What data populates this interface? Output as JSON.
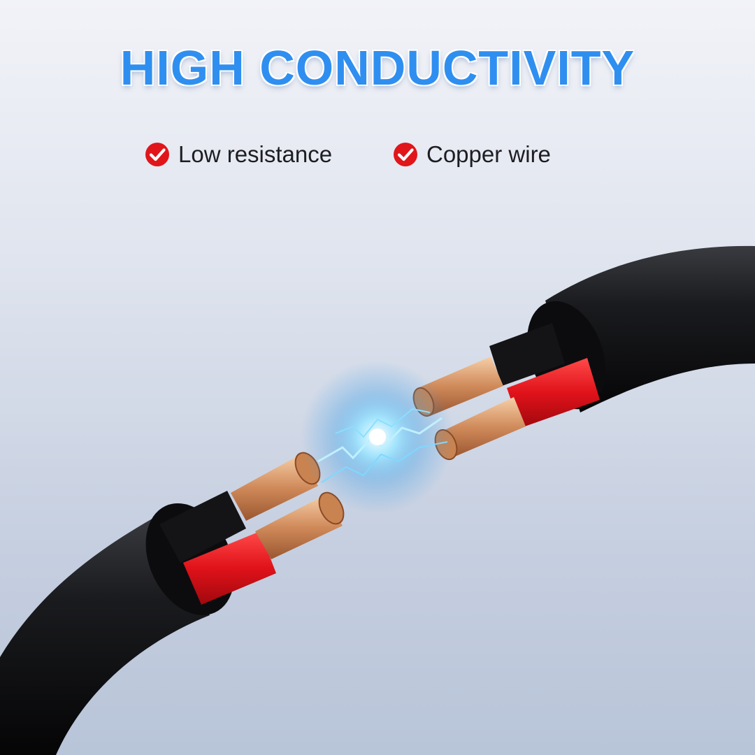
{
  "headline": "HIGH CONDUCTIVITY",
  "features": [
    {
      "label": "Low resistance",
      "icon": "check-circle-icon"
    },
    {
      "label": "Copper wire",
      "icon": "check-circle-icon"
    }
  ],
  "colors": {
    "headline": "#2f8ff0",
    "check": "#e0161b",
    "copper": "#d9956a",
    "insulation_red": "#e5121b",
    "jacket": "#121214",
    "spark": "#6fd3ff"
  }
}
